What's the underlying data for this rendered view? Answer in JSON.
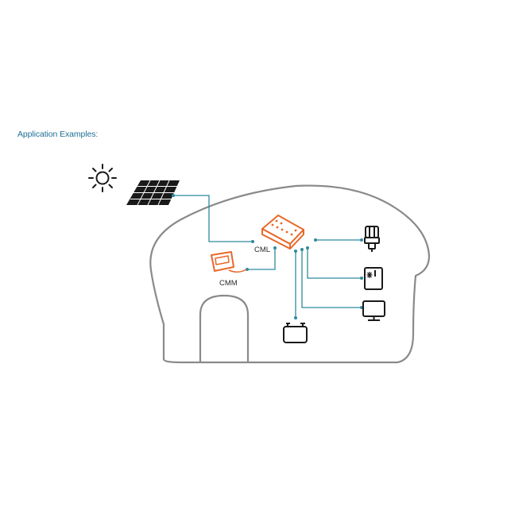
{
  "heading": "Application Examples:",
  "labels": {
    "controller": "CML",
    "monitor": "CMM"
  },
  "colors": {
    "heading": "#1f6f93",
    "house_outline": "#8a8a8a",
    "wire": "#2e8a9e",
    "controller_accent": "#e8682a",
    "icon_stroke": "#1a1a1a"
  },
  "icons": [
    "sun-icon",
    "solar-panel-icon",
    "controller-icon",
    "monitor-meter-icon",
    "battery-icon",
    "light-bulb-icon",
    "fridge-icon",
    "tv-monitor-icon"
  ]
}
